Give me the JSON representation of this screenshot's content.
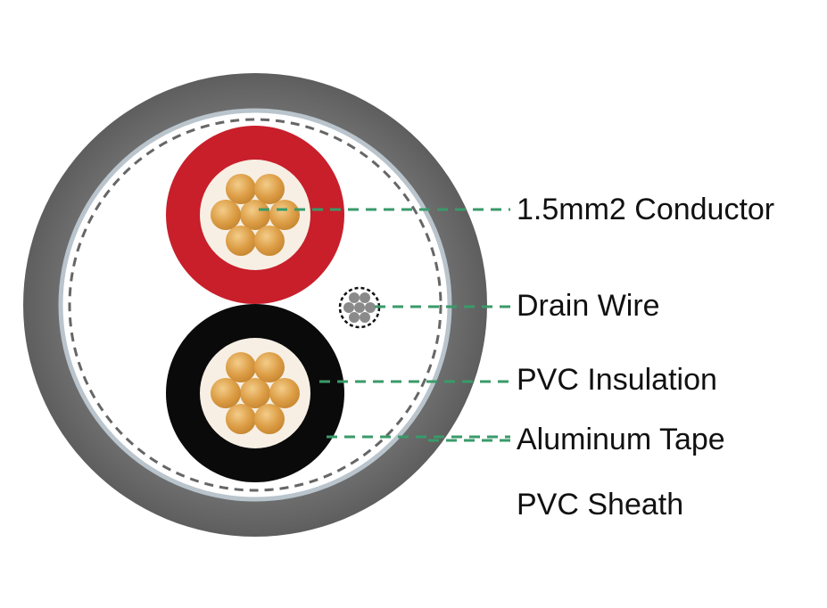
{
  "colors": {
    "sheath": "#6b6b6b",
    "tape": "#b9c4cc",
    "red_insulation": "#c81f2b",
    "black_insulation": "#0a0a0a",
    "copper": "#d8993e",
    "copper_highlight": "#f0c37a",
    "leader_line": "#3a9a6a",
    "drain_strand": "#8a8a8a"
  },
  "labels": {
    "conductor": "1.5mm2 Conductor",
    "drain_wire": "Drain Wire",
    "pvc_insulation": "PVC Insulation",
    "aluminum_tape": "Aluminum Tape",
    "pvc_sheath": "PVC Sheath"
  }
}
